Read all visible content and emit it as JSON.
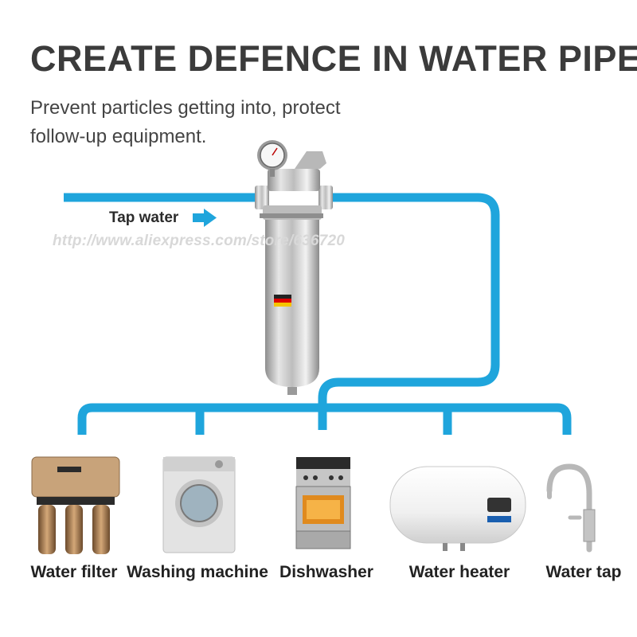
{
  "title": "CREATE DEFENCE IN WATER PIPE",
  "subtitle": [
    "Prevent particles getting into, protect",
    "follow-up equipment."
  ],
  "tap_label": "Tap water",
  "watermark": "http://www.aliexpress.com/store/636720",
  "colors": {
    "pipe": "#1fa5dc",
    "title": "#3b3b3b",
    "steel": "#c9c9c9",
    "watermark": "#d8d8d8"
  },
  "devices": [
    {
      "icon": "water-purifier-icon",
      "label": "Water filter"
    },
    {
      "icon": "washing-machine-icon",
      "label": "Washing machine"
    },
    {
      "icon": "stove-oven-icon",
      "label": "Dishwasher"
    },
    {
      "icon": "water-heater-icon",
      "label": "Water heater"
    },
    {
      "icon": "faucet-icon",
      "label": "Water tap"
    }
  ]
}
